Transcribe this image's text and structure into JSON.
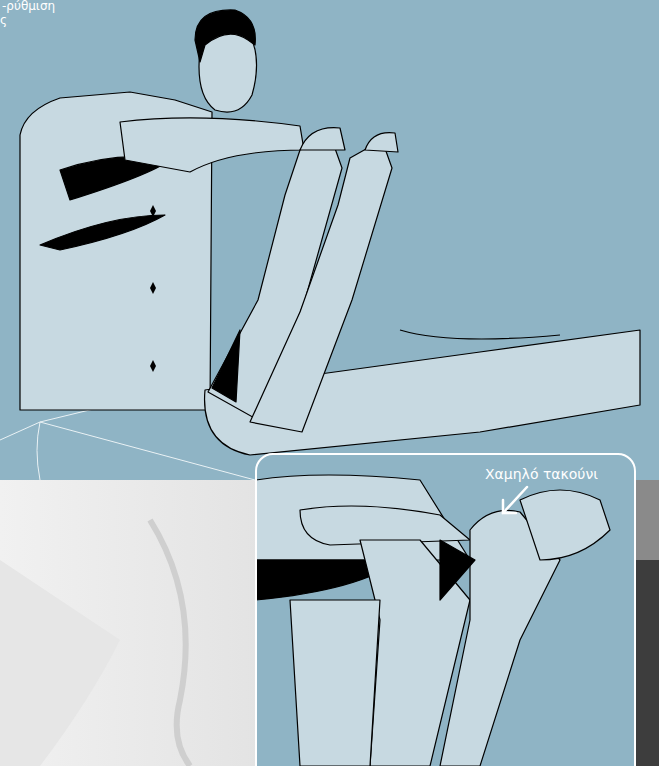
{
  "diagram": {
    "nodes": [
      {
        "text": [
          "Χαμηλό τακούνι"
        ]
      }
    ],
    "labels": [
      "-ρύθμιση",
      "ς"
    ]
  }
}
